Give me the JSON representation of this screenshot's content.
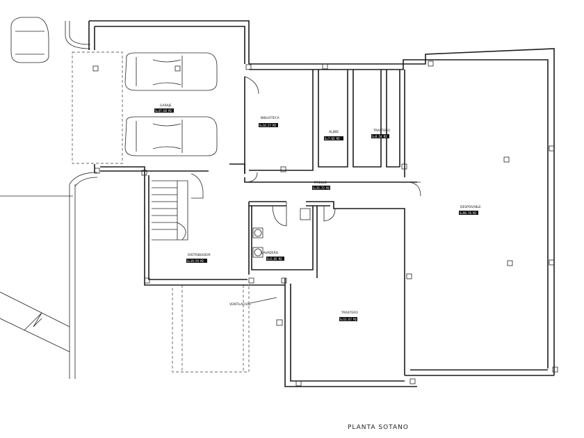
{
  "plan": {
    "title": "PLANTA SOTANO",
    "rooms": [
      {
        "id": "garaje",
        "name": "GARAJE",
        "area": "S=37.60 M2"
      },
      {
        "id": "bodega",
        "name": "BIBLIOTECA",
        "area": "S=14.27 M2"
      },
      {
        "id": "aljibe",
        "name": "ALJIBE",
        "area": "S=7.65 M2"
      },
      {
        "id": "trastero-small",
        "name": "TRASTERO",
        "area": "S=8.54 M2"
      },
      {
        "id": "desposable",
        "name": "DESPOSABLE",
        "area": "S=98.76 M2"
      },
      {
        "id": "pasillo",
        "name": "PASILLO",
        "area": "S=15.72 M2"
      },
      {
        "id": "distribuidor",
        "name": "DISTRIBUIDOR",
        "area": "S=19.59 M2"
      },
      {
        "id": "lavadero",
        "name": "LAVADERO",
        "area": "S=5.65 M2"
      },
      {
        "id": "trastero-large",
        "name": "TRASTERO",
        "area": "S=51.67 M2"
      },
      {
        "id": "ventilacion",
        "name": "VENTILACION",
        "area": ""
      }
    ]
  }
}
